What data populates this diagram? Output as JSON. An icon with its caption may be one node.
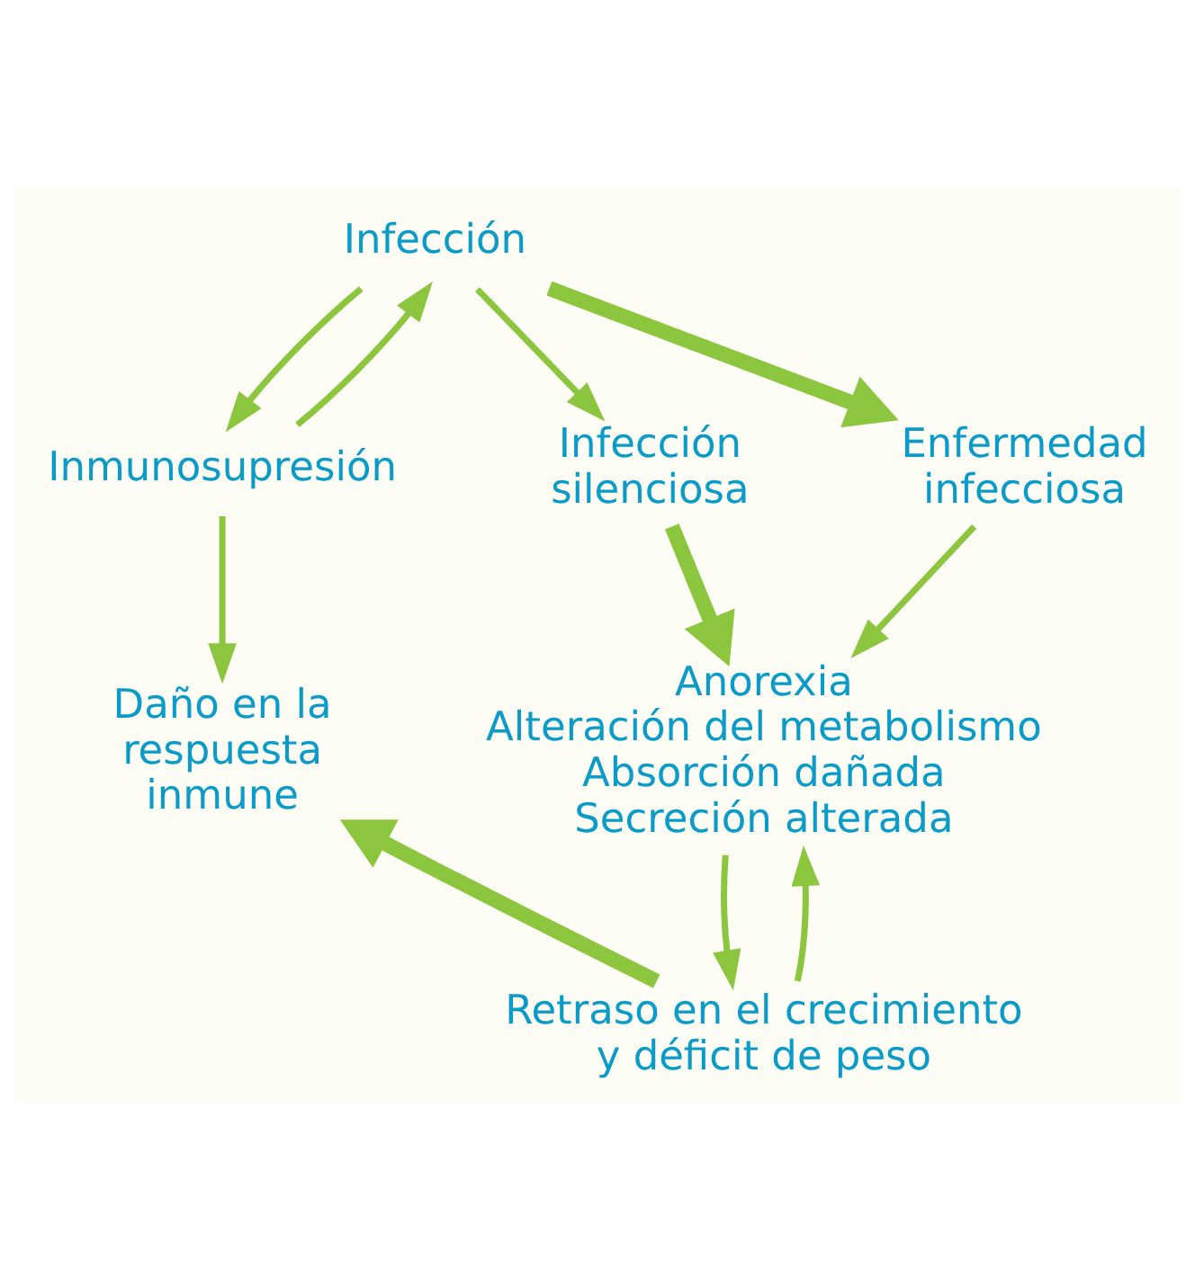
{
  "diagram": {
    "nodes": [
      {
        "text": [
          "Infección"
        ]
      },
      {
        "text": [
          "Inmunosupresión"
        ]
      },
      {
        "text": [
          "Infección silenciosa"
        ]
      },
      {
        "text": [
          "Enfermedad infecciosa"
        ]
      },
      {
        "text": [
          "Daño en la respuesta inmune"
        ]
      },
      {
        "text": [
          "Anorexia",
          "Alteración del metabolismo",
          "Absorción dañada",
          "Secreción alterada"
        ]
      },
      {
        "text": [
          "Retraso en el crecimiento y déficit de peso"
        ]
      }
    ],
    "edges": [
      {
        "from": 0,
        "to": 1,
        "arrow": "to"
      },
      {
        "from": 1,
        "to": 0,
        "arrow": "to"
      },
      {
        "from": 0,
        "to": 2,
        "arrow": "to"
      },
      {
        "from": 0,
        "to": 3,
        "arrow": "to",
        "style": "thick"
      },
      {
        "from": 1,
        "to": 4,
        "arrow": "to"
      },
      {
        "from": 2,
        "to": 5,
        "arrow": "to",
        "style": "thick"
      },
      {
        "from": 3,
        "to": 5,
        "arrow": "to"
      },
      {
        "from": 5,
        "to": 6,
        "arrow": "to"
      },
      {
        "from": 6,
        "to": 5,
        "arrow": "to"
      },
      {
        "from": 6,
        "to": 4,
        "arrow": "to",
        "style": "thick"
      }
    ]
  }
}
